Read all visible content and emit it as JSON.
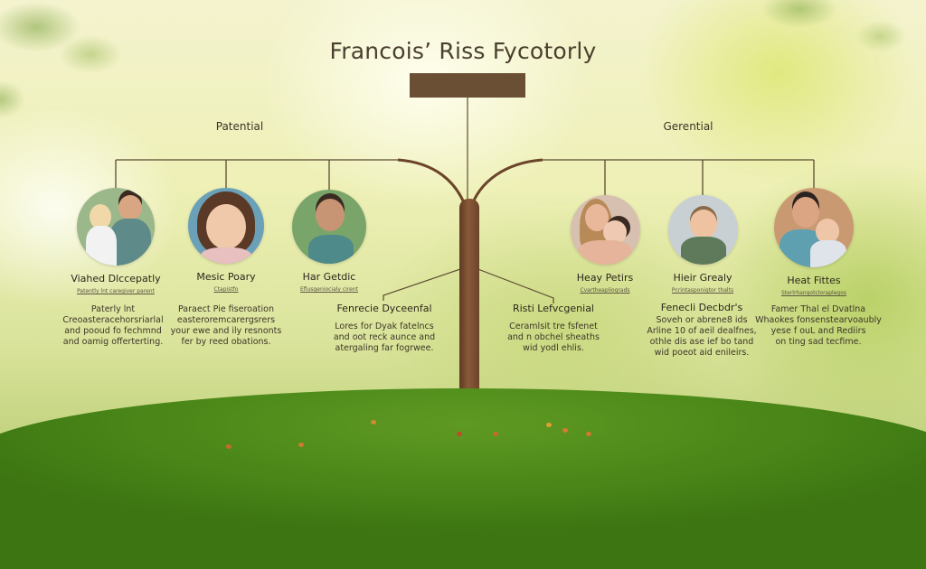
{
  "title": "Francois’ Riss Fycotorly",
  "colors": {
    "root_box": "#6b4f35",
    "branch_line": "#5a4a30",
    "trunk": "#7a4e31",
    "grass": "#4a8618",
    "title_text": "#4a3f2e"
  },
  "groups": {
    "left": {
      "label": "Patential"
    },
    "right": {
      "label": "Gerential"
    }
  },
  "nodes": [
    {
      "name": "Viahed Dlccepatly",
      "sub": "Patently lnt caregiver parent",
      "photo": "man-hugging-child",
      "bg": "#9bb88a",
      "skin": "#d8a683",
      "hair": "#3a2a20"
    },
    {
      "name": "Mesic Poary",
      "sub": "Ctapistfo",
      "photo": "smiling-girl",
      "bg": "#6aa0b8",
      "skin": "#f0c9aa",
      "hair": "#5a3a26"
    },
    {
      "name": "Har Getdic",
      "sub": "Eflusgeniocialy cirent",
      "photo": "smiling-woman",
      "bg": "#7aa56a",
      "skin": "#c89574",
      "hair": "#3a2a22"
    },
    {
      "name": "Heay Petirs",
      "sub": "Cvartheapliograds",
      "photo": "mother-with-baby",
      "bg": "#d8c0b0",
      "skin": "#e9b89a",
      "hair": "#b88a58"
    },
    {
      "name": "Hieir Grealy",
      "sub": "Pcrintasponigtor thalts",
      "photo": "laughing-baby",
      "bg": "#c9d0d4",
      "skin": "#efc3a2",
      "hair": "#8a6a48"
    },
    {
      "name": "Heat Fittes",
      "sub": "Sterlrhangotcloraplegos",
      "photo": "father-with-baby",
      "bg": "#c99a72",
      "skin": "#dba583",
      "hair": "#2c2220"
    }
  ],
  "descriptions": [
    {
      "heading": "Paterly lnt",
      "lines": [
        "Creoasteracehorsriarlal",
        "and pooud fo fechmnd",
        "and oamig offerterting."
      ]
    },
    {
      "heading": "Paraect Pie fiseroation",
      "lines": [
        "easteroremcarergsrers",
        "your ewe and ily resnonts",
        "fer by reed obations."
      ]
    },
    {
      "heading": "Fenrecie Dyceenfal",
      "lines": [
        "Lores for Dyak fatelncs",
        "and oot reck aunce and",
        "atergaling far fogrwee."
      ]
    },
    {
      "heading": "Risti Lefvcgenial",
      "lines": [
        "Ceramlsit tre fsfenet",
        "and n obchel sheaths",
        "wid yodl ehlis."
      ]
    },
    {
      "heading": "Fenecli Decbdr's",
      "lines": [
        "Soveh or abrene8 ids",
        "Arline 10 of aeil dealfnes,",
        "othle dis ase ief bo tand",
        "wid poeot aid enileirs."
      ]
    },
    {
      "heading": "Famer Thal el Dvatlna",
      "lines": [
        "Whaokes fonsenstearvoaubly",
        "yese f ouL and Rediirs",
        "on ting sad tecfime."
      ]
    }
  ]
}
